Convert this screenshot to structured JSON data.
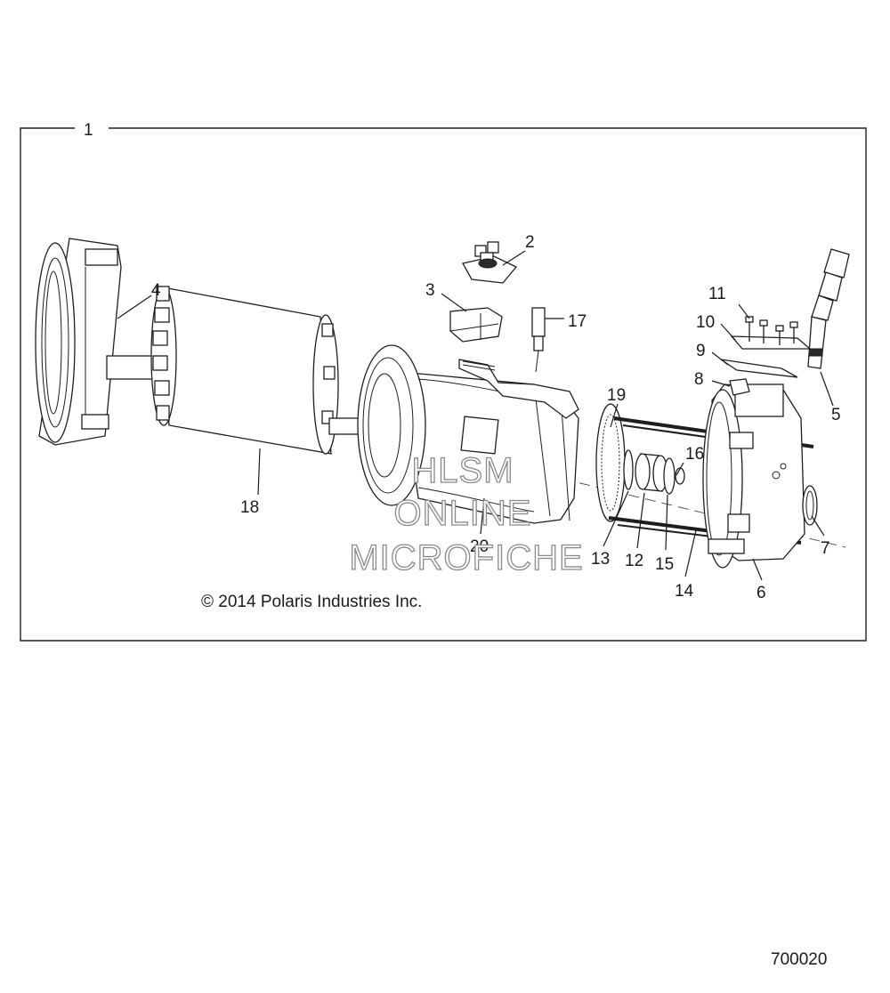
{
  "diagram": {
    "callouts": [
      "1",
      "2",
      "3",
      "4",
      "5",
      "6",
      "7",
      "8",
      "9",
      "10",
      "11",
      "12",
      "13",
      "14",
      "15",
      "16",
      "17",
      "18",
      "19",
      "20"
    ],
    "copyright": "© 2014 Polaris Industries Inc.",
    "figure_number": "700020",
    "watermark": {
      "line1": "HLSM",
      "line2": "ONLINE",
      "line3": "MICROFICHE"
    }
  }
}
